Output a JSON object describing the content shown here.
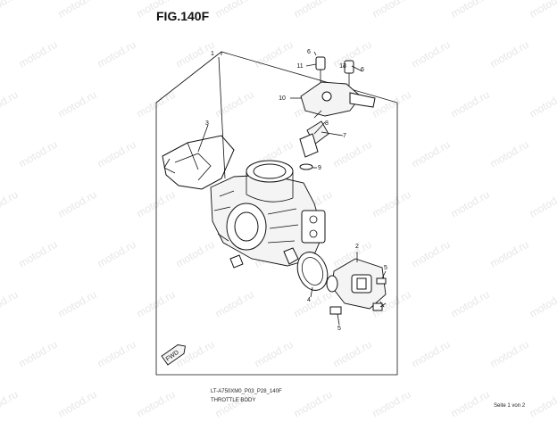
{
  "figure": {
    "title": "FIG.140F",
    "model_code": "LT-A750XM0_P03_P28_140F",
    "caption": "THROTTLE BODY",
    "page_note": "Seite 1 von 2"
  },
  "watermark": {
    "text": "motod.ru"
  },
  "callouts": [
    "1",
    "2",
    "3",
    "4",
    "5",
    "5",
    "6",
    "6",
    "7",
    "8",
    "9",
    "10",
    "11",
    "13"
  ],
  "front_badge": "FWD"
}
